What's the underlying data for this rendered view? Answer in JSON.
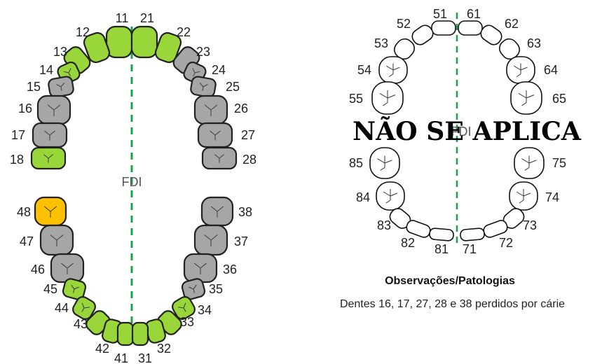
{
  "colors": {
    "healthy": "#99d63a",
    "lost": "#a6a6a6",
    "treatment": "#ffc000",
    "outline": "#222222",
    "midline": "#1aa34a"
  },
  "permanent_chart": {
    "midline_label": "FDI",
    "teeth": [
      {
        "number": "11",
        "status": "healthy"
      },
      {
        "number": "12",
        "status": "healthy"
      },
      {
        "number": "13",
        "status": "healthy"
      },
      {
        "number": "14",
        "status": "healthy"
      },
      {
        "number": "15",
        "status": "lost"
      },
      {
        "number": "16",
        "status": "lost"
      },
      {
        "number": "17",
        "status": "lost"
      },
      {
        "number": "18",
        "status": "healthy"
      },
      {
        "number": "21",
        "status": "healthy"
      },
      {
        "number": "22",
        "status": "healthy"
      },
      {
        "number": "23",
        "status": "lost"
      },
      {
        "number": "24",
        "status": "lost"
      },
      {
        "number": "25",
        "status": "lost"
      },
      {
        "number": "26",
        "status": "lost"
      },
      {
        "number": "27",
        "status": "lost"
      },
      {
        "number": "28",
        "status": "lost"
      },
      {
        "number": "31",
        "status": "healthy"
      },
      {
        "number": "32",
        "status": "healthy"
      },
      {
        "number": "33",
        "status": "healthy"
      },
      {
        "number": "34",
        "status": "healthy"
      },
      {
        "number": "35",
        "status": "lost"
      },
      {
        "number": "36",
        "status": "lost"
      },
      {
        "number": "37",
        "status": "lost"
      },
      {
        "number": "38",
        "status": "lost"
      },
      {
        "number": "41",
        "status": "healthy"
      },
      {
        "number": "42",
        "status": "healthy"
      },
      {
        "number": "43",
        "status": "healthy"
      },
      {
        "number": "44",
        "status": "healthy"
      },
      {
        "number": "45",
        "status": "healthy"
      },
      {
        "number": "46",
        "status": "lost"
      },
      {
        "number": "47",
        "status": "lost"
      },
      {
        "number": "48",
        "status": "treatment"
      }
    ]
  },
  "deciduous_chart": {
    "midline_label": "FDI",
    "overlay_text": "NÃO SE APLICA",
    "teeth": [
      "51",
      "52",
      "53",
      "54",
      "55",
      "61",
      "62",
      "63",
      "64",
      "65",
      "71",
      "72",
      "73",
      "74",
      "75",
      "81",
      "82",
      "83",
      "84",
      "85"
    ]
  },
  "observations": {
    "title": "Observações/Patologias",
    "text": "Dentes 16, 17, 27, 28 e 38 perdidos por cárie"
  }
}
